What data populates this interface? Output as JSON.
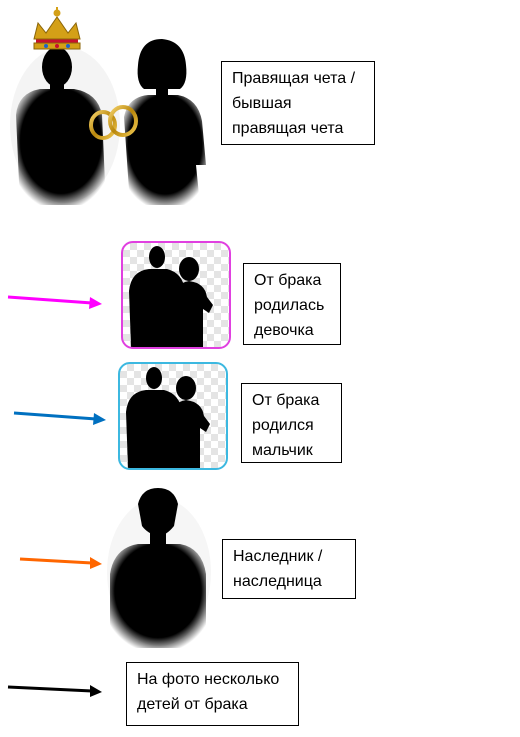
{
  "legend": [
    {
      "id": "ruling",
      "lines": [
        "Правящая чета /",
        "бывшая",
        "правящая чета"
      ]
    },
    {
      "id": "girl",
      "arrow_color": "#ff00ff",
      "frame_color": "#e040e0",
      "lines": [
        "От брака",
        "родилась",
        "девочка"
      ]
    },
    {
      "id": "boy",
      "arrow_color": "#0070c0",
      "frame_color": "#3cb8e0",
      "lines": [
        "От брака",
        "родился",
        "мальчик"
      ]
    },
    {
      "id": "heir",
      "arrow_color": "#ff6600",
      "lines": [
        "Наследник /",
        "наследница"
      ]
    },
    {
      "id": "several",
      "arrow_color": "#000000",
      "lines": [
        "На фото несколько",
        "детей от брака"
      ]
    }
  ]
}
